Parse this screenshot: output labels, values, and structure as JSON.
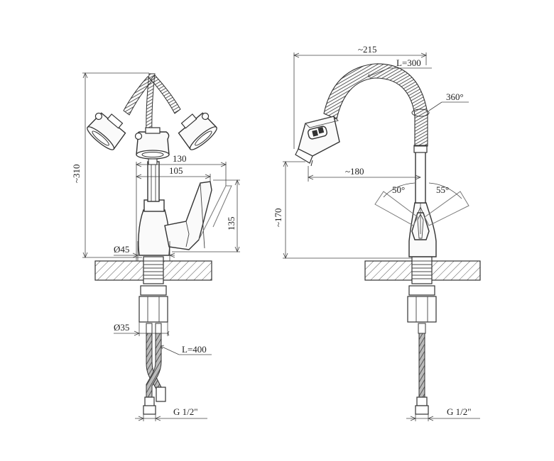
{
  "labels": {
    "height_total": "~310",
    "width_130": "130",
    "width_105": "105",
    "height_135": "135",
    "base_dia": "Ø45",
    "hose_dia": "Ø35",
    "hose_length": "L=400",
    "thread_left": "G 1/2\"",
    "reach_total": "~215",
    "spout_length": "L=300",
    "rotation": "360°",
    "reach_180": "~180",
    "height_170": "~170",
    "angle_left": "50°",
    "angle_right": "55°",
    "thread_right": "G 1/2\""
  }
}
